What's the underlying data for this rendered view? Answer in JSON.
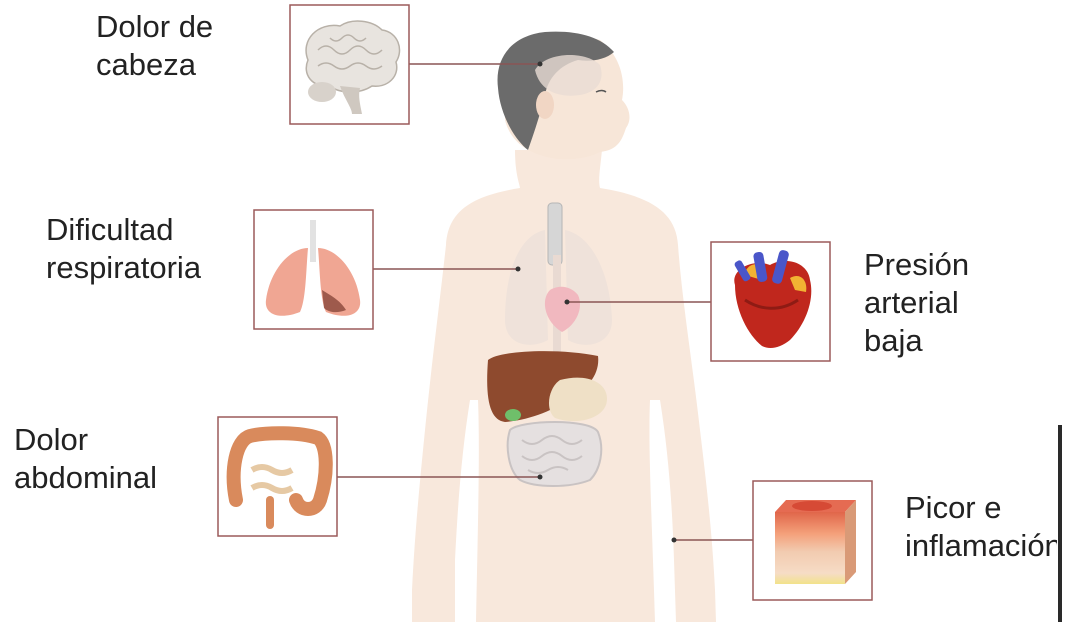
{
  "symptoms": {
    "head": {
      "line1": "Dolor de",
      "line2": "cabeza"
    },
    "resp": {
      "line1": "Dificultad",
      "line2": "respiratoria"
    },
    "heart": {
      "line1": "Presión",
      "line2": "arterial",
      "line3": "baja"
    },
    "abd": {
      "line1": "Dolor",
      "line2": "abdominal"
    },
    "itch": {
      "line1": "Picor e",
      "line2": "inflamación"
    }
  },
  "colors": {
    "body": "#f8e8dc",
    "hair": "#6b6b6b",
    "frame": "#9b5a5a",
    "connector": "#8a5555",
    "liver": "#8e4a2e",
    "heart": "#c0271d",
    "lung": "#f0a693"
  },
  "icons": [
    "brain-icon",
    "lungs-icon",
    "heart-icon",
    "intestine-icon",
    "skin-icon"
  ]
}
